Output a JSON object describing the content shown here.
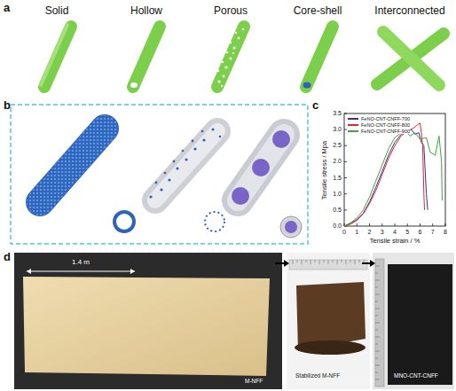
{
  "diagram": {
    "labels": [
      "a",
      "Solid",
      "Hollow",
      "Porous",
      "Core-shell",
      "Interconnected",
      "b",
      "c",
      "Tensile stress / Mpa",
      "0.0",
      "0.5",
      "1.0",
      "1.5",
      "2.0",
      "2.5",
      "3.0",
      "3.5",
      "0",
      "1",
      "2",
      "3",
      "4",
      "5",
      "6",
      "7",
      "8",
      "Tensile strain / %",
      "d",
      "1.4 m",
      "M-NFF",
      "Stabilized M-NFF",
      "MNO-CNT-CNFF"
    ],
    "legend": [
      {
        "text": "FeNO-CNT-CNFF-700"
      },
      {
        "text": "FeNO-CNT-CNFF-800"
      },
      {
        "text": "FeNO-CNT-CNFF-900"
      }
    ]
  }
}
